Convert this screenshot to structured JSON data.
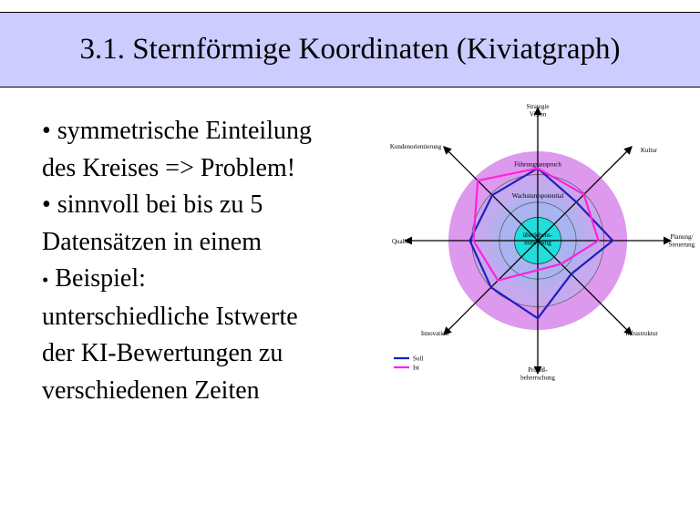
{
  "slide": {
    "title": "3.1. Sternförmige Koordinaten (Kiviatgraph)",
    "bullets": [
      {
        "bullet": "•",
        "lines": [
          "symmetrische Einteilung",
          "des Kreises => Problem!"
        ]
      },
      {
        "bullet": "•",
        "lines": [
          "sinnvoll bei bis zu 5",
          "Datensätzen in einem"
        ]
      },
      {
        "bullet": "•",
        "lines": [
          "Beispiel:",
          "unterschiedliche Istwerte",
          "der KI-Bewertungen zu",
          "verschiedenen Zeiten"
        ]
      }
    ]
  },
  "colors": {
    "title_bg": "#ccccff",
    "outer_ring": "#dd99ee",
    "middle_ring": "#c8a8ee",
    "inner_glow": "#a0b8f0",
    "core": "#22dddd",
    "soll": "#1f1fbf",
    "ist": "#ff22dd"
  },
  "chart_data": {
    "type": "radar",
    "axes": [
      {
        "label_lines": [
          "Strategie",
          "Vision"
        ]
      },
      {
        "label_lines": [
          "Kultur"
        ]
      },
      {
        "label_lines": [
          "Planung/",
          "Steuerung"
        ]
      },
      {
        "label_lines": [
          "Infrastruktur"
        ]
      },
      {
        "label_lines": [
          "Prozeß-",
          "beherrschung"
        ]
      },
      {
        "label_lines": [
          "Innovation"
        ]
      },
      {
        "label_lines": [
          "Qualität"
        ]
      },
      {
        "label_lines": [
          "Kundenorientierung"
        ]
      }
    ],
    "rings": [
      {
        "label_lines": [
          "Führungsanspruch"
        ]
      },
      {
        "label_lines": [
          "Wachstumspotential"
        ]
      },
      {
        "label_lines": [
          "überlebens-",
          "notwendig"
        ]
      }
    ],
    "series": [
      {
        "name": "Soll",
        "values": [
          0.81,
          0.61,
          0.84,
          0.53,
          0.87,
          0.74,
          0.76,
          0.72
        ]
      },
      {
        "name": "Ist",
        "values": [
          0.81,
          0.73,
          0.68,
          0.37,
          0.33,
          0.63,
          0.72,
          0.95
        ]
      }
    ],
    "legend": "bottom-left"
  }
}
